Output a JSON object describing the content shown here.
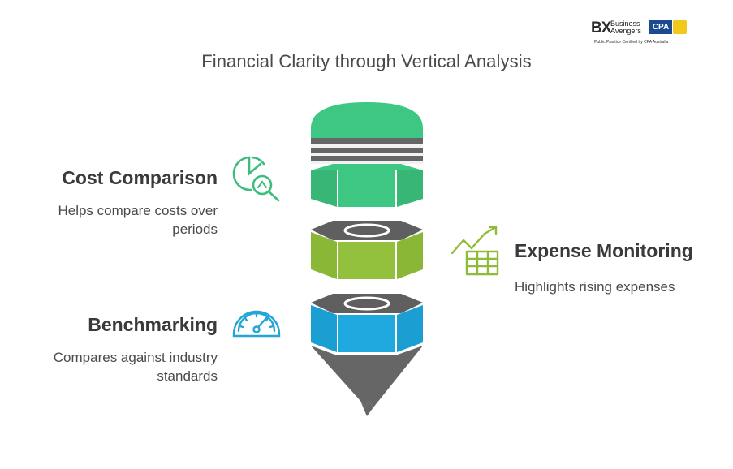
{
  "title": "Financial Clarity through Vertical Analysis",
  "logo": {
    "mark": "BX",
    "name_line1": "Business",
    "name_line2": "Avengers",
    "badge": "CPA",
    "certification": "Public Practice Certified by CPA Australia"
  },
  "items": [
    {
      "heading": "Cost Comparison",
      "desc_line1": "Helps compare costs over",
      "desc_line2": "periods",
      "icon": "pie-chart-magnifier-icon",
      "color": "#3dbd7d"
    },
    {
      "heading": "Expense Monitoring",
      "desc_line1": "Highlights rising expenses",
      "icon": "rising-chart-table-icon",
      "color": "#8fbb3a"
    },
    {
      "heading": "Benchmarking",
      "desc_line1": "Compares against industry",
      "desc_line2": "standards",
      "icon": "speedometer-icon",
      "color": "#23a6d5"
    }
  ],
  "colors": {
    "green": "#3dc783",
    "green_dark": "#35b374",
    "lime": "#8fbb3a",
    "blue": "#1ea6dc",
    "gray": "#6b6b6b",
    "gray_dark": "#5a5a5a"
  }
}
